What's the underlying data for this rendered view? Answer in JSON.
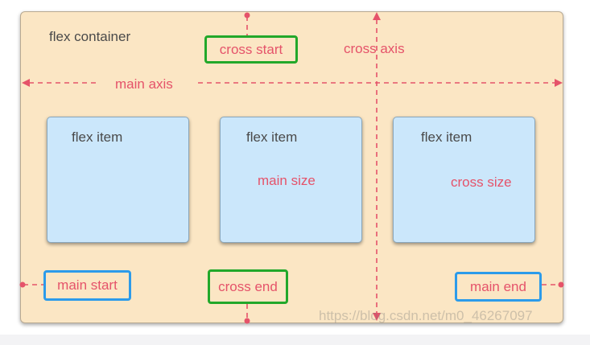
{
  "container_label": "flex container",
  "axes": {
    "main_axis": "main axis",
    "cross_axis": "cross axis"
  },
  "items": [
    {
      "label": "flex item"
    },
    {
      "label": "flex item"
    },
    {
      "label": "flex item"
    }
  ],
  "dimensions": {
    "main_size": "main size",
    "cross_size": "cross size"
  },
  "boundaries": {
    "cross_start": "cross start",
    "cross_end": "cross end",
    "main_start": "main start",
    "main_end": "main end"
  },
  "watermark": "https://blog.csdn.net/m0_46267097",
  "colors": {
    "container_bg": "#fbe6c4",
    "item_bg": "#cbe7fb",
    "axis_red": "#e5536a",
    "cross_box_green": "#22a82a",
    "main_box_blue": "#2c9bea"
  }
}
